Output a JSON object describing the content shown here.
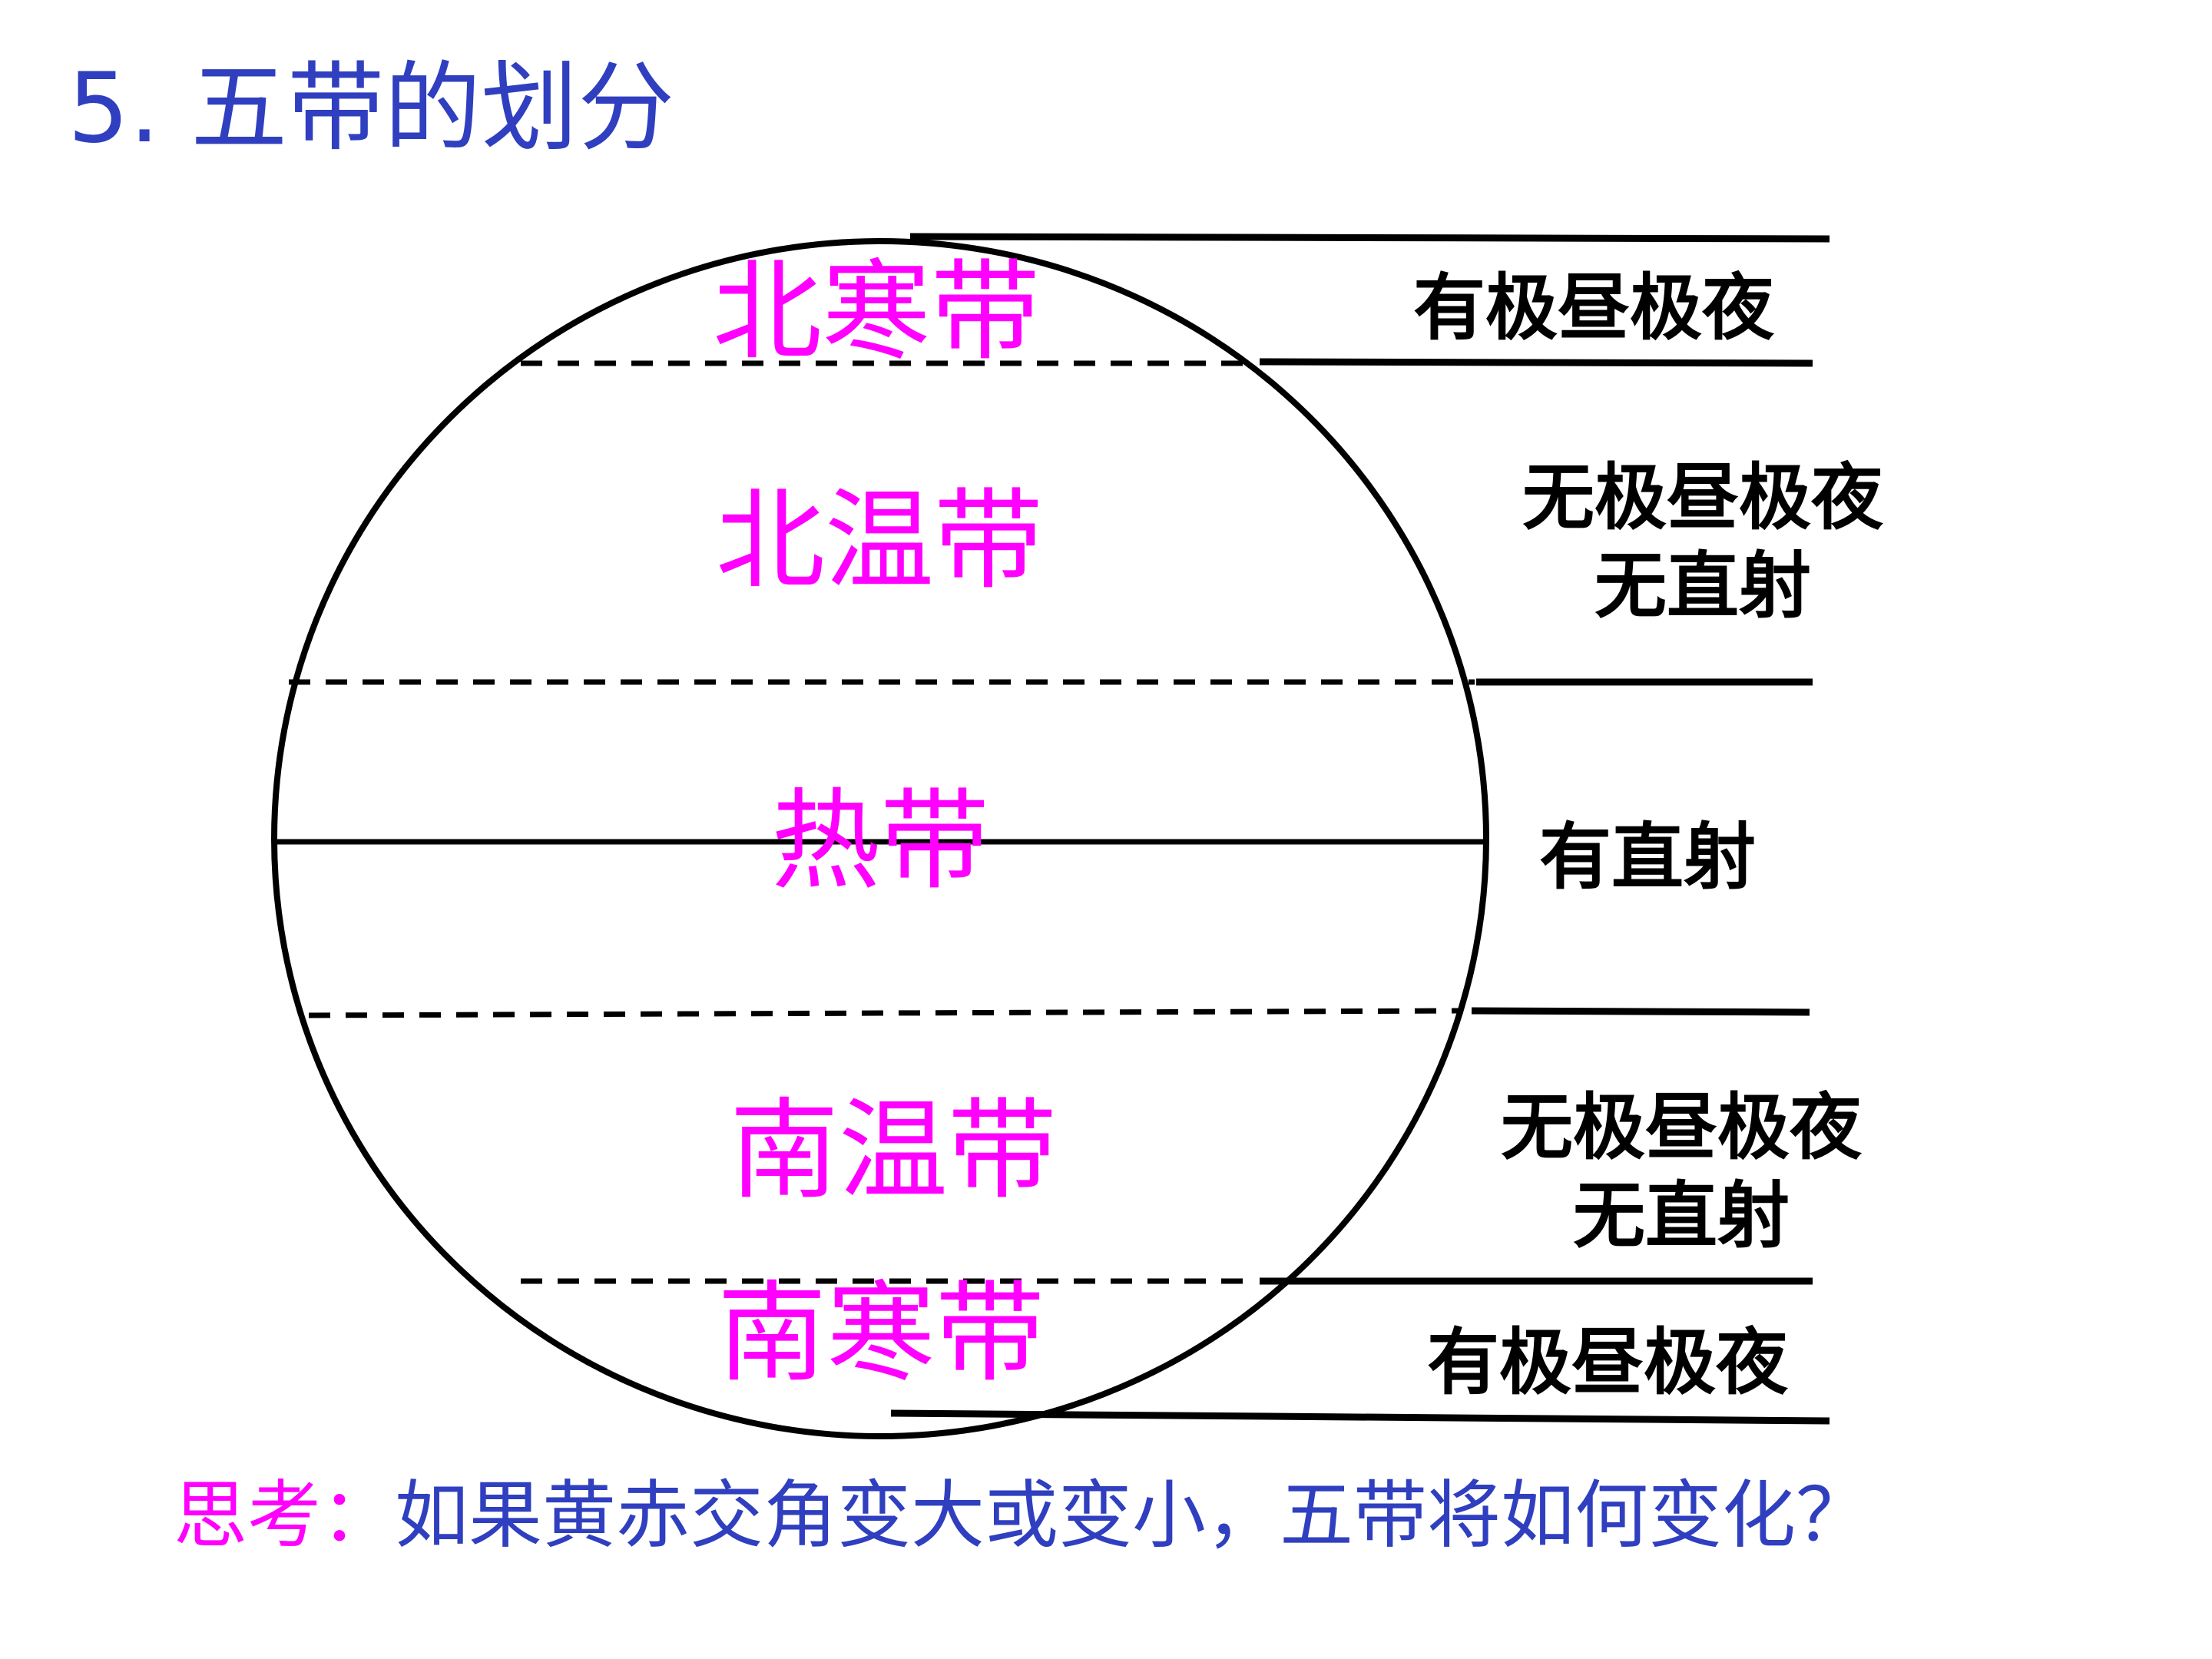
{
  "title": "5. 五带的划分",
  "zones": {
    "north_frigid": "北寒带",
    "north_temperate": "北温带",
    "tropical": "热带",
    "south_temperate": "南温带",
    "south_frigid": "南寒带"
  },
  "notes": {
    "north_frigid": "有极昼极夜",
    "north_temperate_line1": "无极昼极夜",
    "north_temperate_line2": "无直射",
    "tropical": "有直射",
    "south_temperate_line1": "无极昼极夜",
    "south_temperate_line2": "无直射",
    "south_frigid": "有极昼极夜"
  },
  "question": {
    "prefix": "思考：",
    "body": "如果黄赤交角变大或变小，五带将如何变化？"
  },
  "colors": {
    "title": "#2f3fbf",
    "zone_label": "#ff00ff",
    "note": "#000000",
    "line": "#000000"
  }
}
